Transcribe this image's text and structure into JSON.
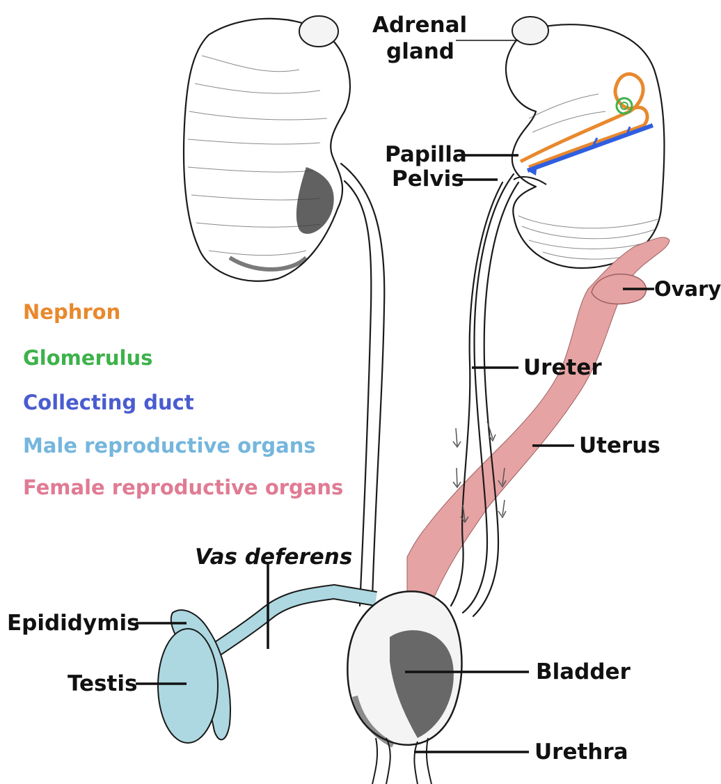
{
  "colors": {
    "nephron": "#e8892e",
    "glomerulus": "#3db24a",
    "collecting_duct": "#2f5ee0",
    "male": "#add8e1",
    "male_text": "#75b6dc",
    "female": "#e6a3a3",
    "female_text": "#e07b93",
    "legend_blue": "#4a5ccf",
    "ink": "#1a1a1a"
  },
  "legend": [
    {
      "label": "Nephron",
      "color": "#e8892e"
    },
    {
      "label": "Glomerulus",
      "color": "#3db24a"
    },
    {
      "label": "Collecting duct",
      "color": "#4a5ccf"
    },
    {
      "label": "Male reproductive organs",
      "color": "#75b6dc"
    },
    {
      "label": "Female reproductive organs",
      "color": "#e07b93"
    }
  ],
  "labels": {
    "adrenal_line1": "Adrenal",
    "adrenal_line2": "gland",
    "papilla": "Papilla",
    "pelvis": "Pelvis",
    "ovary": "Ovary",
    "ureter": "Ureter",
    "uterus": "Uterus",
    "vas_deferens": "Vas deferens",
    "epididymis": "Epididymis",
    "testis": "Testis",
    "bladder": "Bladder",
    "urethra": "Urethra"
  }
}
